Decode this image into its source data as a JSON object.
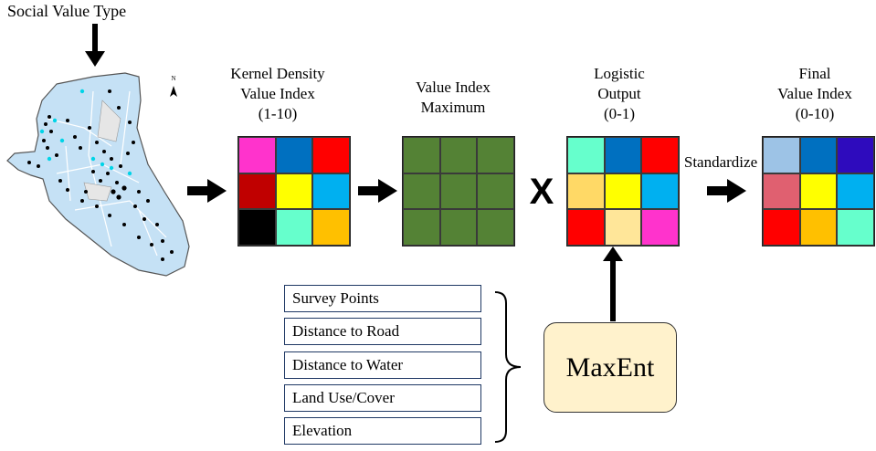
{
  "source_label": "Social Value Type",
  "north_label": "N",
  "steps": [
    {
      "title": [
        "Kernel Density",
        "Value Index",
        "(1-10)"
      ],
      "cells": [
        "#ff33cc",
        "#0070c0",
        "#ff0000",
        "#c00000",
        "#ffff00",
        "#00b0f0",
        "#000000",
        "#66ffcc",
        "#ffc000"
      ]
    },
    {
      "title": [
        "Value Index",
        "Maximum"
      ],
      "cells": [
        "#548235",
        "#548235",
        "#548235",
        "#548235",
        "#548235",
        "#548235",
        "#548235",
        "#548235",
        "#548235"
      ]
    },
    {
      "title": [
        "Logistic",
        "Output",
        "(0-1)"
      ],
      "cells": [
        "#66ffcc",
        "#0070c0",
        "#ff0000",
        "#ffd966",
        "#ffff00",
        "#00b0f0",
        "#ff0000",
        "#ffe699",
        "#ff33cc"
      ]
    },
    {
      "title": [
        "Final",
        "Value Index",
        "(0-10)"
      ],
      "cells": [
        "#9dc3e6",
        "#0070c0",
        "#2e0bbd",
        "#e06070",
        "#ffff00",
        "#00b0f0",
        "#ff0000",
        "#ffc000",
        "#66ffcc"
      ]
    }
  ],
  "multiply_symbol": "X",
  "standardize_label": "Standardize",
  "model_inputs": [
    "Survey Points",
    "Distance to Road",
    "Distance to Water",
    "Land Use/Cover",
    "Elevation"
  ],
  "model_label": "MaxEnt"
}
